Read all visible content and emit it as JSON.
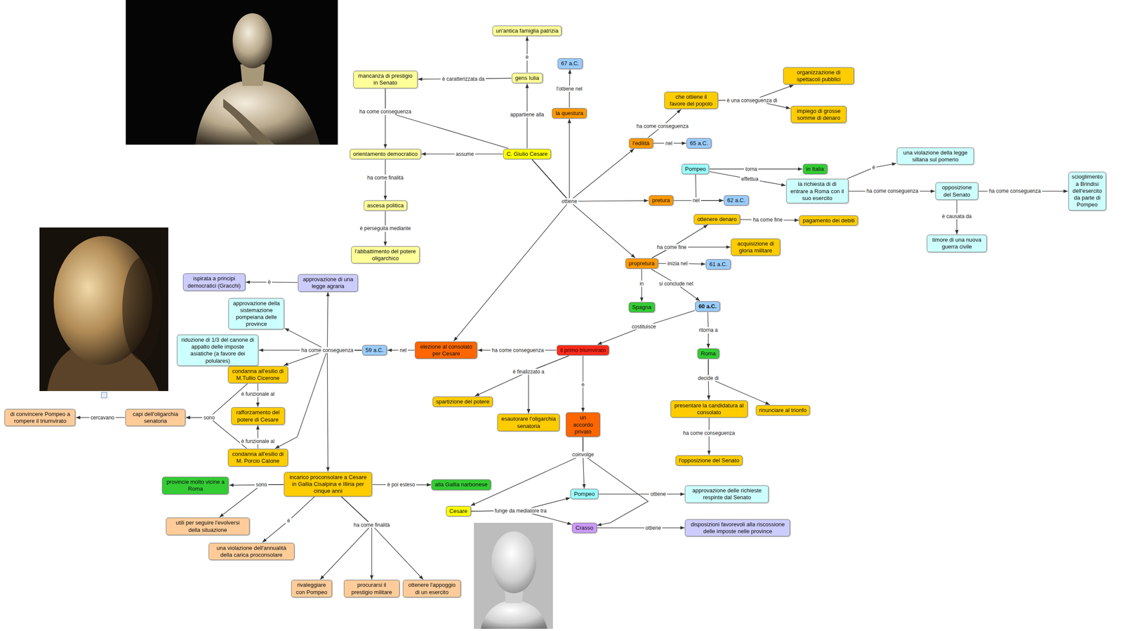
{
  "diagram": {
    "nodes": [
      {
        "text": [
          "un'antica famiglia patrizia"
        ]
      },
      {
        "text": [
          "gens Iulia"
        ]
      },
      {
        "text": [
          "mancanza di prestigio in Senato"
        ]
      },
      {
        "text": [
          "C. Giulio Cesare"
        ]
      },
      {
        "text": [
          "orientamento democratico"
        ]
      },
      {
        "text": [
          "ascesa politica"
        ]
      },
      {
        "text": [
          "l'abbattimento del potere oligarchico"
        ]
      },
      {
        "text": [
          "la questura"
        ]
      },
      {
        "text": [
          "67 a.C."
        ]
      },
      {
        "text": [
          "l'edilità"
        ]
      },
      {
        "text": [
          "65 a.C."
        ]
      },
      {
        "text": [
          "che ottiene il favore del popolo"
        ]
      },
      {
        "text": [
          "organizzazione di spettacoli pubblici"
        ]
      },
      {
        "text": [
          "impiego di grosse somme di denaro"
        ]
      },
      {
        "text": [
          "Pompeo"
        ]
      },
      {
        "text": [
          "in Italia"
        ]
      },
      {
        "text": [
          "la richiesta di di entrare a Roma con il suo esercito"
        ]
      },
      {
        "text": [
          "una violazione della legge sillana sul pomerio"
        ]
      },
      {
        "text": [
          "opposizione del Senato"
        ]
      },
      {
        "text": [
          "scioglimento a Brindisi dell'esercito da parte di Pompeo"
        ]
      },
      {
        "text": [
          "timore di una nuova guerra civile"
        ]
      },
      {
        "text": [
          "pretura"
        ]
      },
      {
        "text": [
          "62 a.C."
        ]
      },
      {
        "text": [
          "ottenere denaro"
        ]
      },
      {
        "text": [
          "pagamento dei debiti"
        ]
      },
      {
        "text": [
          "acquisizione di gloria militare"
        ]
      },
      {
        "text": [
          "propretura"
        ]
      },
      {
        "text": [
          "61 a.C."
        ]
      },
      {
        "text": [
          "Spagna"
        ]
      },
      {
        "text": [
          "60 a.C."
        ]
      },
      {
        "text": [
          "Roma"
        ]
      },
      {
        "text": [
          "presentare la candidatura al consolato"
        ]
      },
      {
        "text": [
          "rinunciare al trionfo"
        ]
      },
      {
        "text": [
          "l'opposizione del Senato"
        ]
      },
      {
        "text": [
          "il primo triumvirato"
        ]
      },
      {
        "text": [
          "elezione al consolato per Cesare"
        ]
      },
      {
        "text": [
          "59 a.C."
        ]
      },
      {
        "text": [
          "spartizione del potere"
        ]
      },
      {
        "text": [
          "esautorare l'oligarchia senatoria"
        ]
      },
      {
        "text": [
          "un accordo privato"
        ]
      },
      {
        "text": [
          "Pompeo"
        ]
      },
      {
        "text": [
          "Cesare"
        ]
      },
      {
        "text": [
          "Crasso"
        ]
      },
      {
        "text": [
          "approvazione delle richieste respinte dal Senato"
        ]
      },
      {
        "text": [
          "disposizioni favorevoli alla riscossione delle imposte nelle province"
        ]
      },
      {
        "text": [
          "approvazione di una legge agraria"
        ]
      },
      {
        "text": [
          "ispirata a principi democratici (Gracchi)"
        ]
      },
      {
        "text": [
          "approvazione della sistemazione pompeiana delle province"
        ]
      },
      {
        "text": [
          "riduzione di 1/3 del canone di appalto delle imposte asiatiche (a favore dei polulares)"
        ]
      },
      {
        "text": [
          "condanna all'esilio di M.Tullio Cicerone"
        ]
      },
      {
        "text": [
          "rafforzamento del potere di Cesare"
        ]
      },
      {
        "text": [
          "condanna all'esilio di M. Porcio Catone"
        ]
      },
      {
        "text": [
          "capi dell'oligarchia senatoria"
        ]
      },
      {
        "text": [
          "di convincere Pompeo a rompere il triumvirato"
        ]
      },
      {
        "text": [
          "incarico proconsolare a Cesare in Gallia Cisalpina e Illiria per cinque anni"
        ]
      },
      {
        "text": [
          "alla Gallia narbonese"
        ]
      },
      {
        "text": [
          "provincie molto vicine a Roma"
        ]
      },
      {
        "text": [
          "utili per seguire l'evolversi della situazione"
        ]
      },
      {
        "text": [
          "una violazione dell'annualità della carica proconsolare"
        ]
      },
      {
        "text": [
          "rivaleggiare con Pompeo"
        ]
      },
      {
        "text": [
          "procurarsi il prestigio militare"
        ]
      },
      {
        "text": [
          "ottenere l'appoggio di un esercito"
        ]
      }
    ],
    "edges": [
      {
        "from": 1,
        "to": 0,
        "arrow": "to",
        "label": "è"
      },
      {
        "from": 3,
        "to": 1,
        "arrow": "to",
        "label": "appartiene alla"
      },
      {
        "from": 1,
        "to": 2,
        "arrow": "to",
        "label": "è caratterizzata da"
      },
      {
        "from": 2,
        "to": 4,
        "arrow": "to",
        "label": "ha come conseguenza"
      },
      {
        "from": 2,
        "to": 3,
        "arrow": "none"
      },
      {
        "from": 3,
        "to": 4,
        "arrow": "to",
        "label": "assume"
      },
      {
        "from": 4,
        "to": 5,
        "arrow": "to",
        "label": "ha come finalità"
      },
      {
        "from": 5,
        "to": 6,
        "arrow": "to",
        "label": "è perseguita mediante"
      },
      {
        "from": 3,
        "to": 7,
        "arrow": "to",
        "label": "ottiene"
      },
      {
        "from": 3,
        "to": 9,
        "arrow": "to"
      },
      {
        "from": 3,
        "to": 21,
        "arrow": "to"
      },
      {
        "from": 3,
        "to": 26,
        "arrow": "to"
      },
      {
        "from": 3,
        "to": 35,
        "arrow": "to"
      },
      {
        "from": 7,
        "to": 8,
        "arrow": "to",
        "label": "l'ottiene nel"
      },
      {
        "from": 9,
        "to": 11,
        "arrow": "to",
        "label": "ha come conseguenza"
      },
      {
        "from": 9,
        "to": 10,
        "arrow": "to",
        "label": "nel"
      },
      {
        "from": 11,
        "to": 12,
        "arrow": "to",
        "label": "è una conseguenza di"
      },
      {
        "from": 11,
        "to": 13,
        "arrow": "to"
      },
      {
        "from": 14,
        "to": 15,
        "arrow": "to",
        "label": "torna"
      },
      {
        "from": 14,
        "to": 16,
        "arrow": "to",
        "label": "effettua"
      },
      {
        "from": 16,
        "to": 17,
        "arrow": "to",
        "label": "è"
      },
      {
        "from": 16,
        "to": 18,
        "arrow": "to",
        "label": "ha come conseguenza"
      },
      {
        "from": 18,
        "to": 19,
        "arrow": "to",
        "label": "ha come conseguenza"
      },
      {
        "from": 18,
        "to": 20,
        "arrow": "to",
        "label": "è causata da"
      },
      {
        "from": 21,
        "to": 22,
        "arrow": "to",
        "label": "nel"
      },
      {
        "from": 14,
        "to": 22,
        "arrow": "to"
      },
      {
        "from": 26,
        "to": 23,
        "arrow": "to",
        "label": "ha come fine"
      },
      {
        "from": 26,
        "to": 25,
        "arrow": "to"
      },
      {
        "from": 23,
        "to": 24,
        "arrow": "to",
        "label": "ha come fine"
      },
      {
        "from": 26,
        "to": 27,
        "arrow": "to",
        "label": "inizia nel"
      },
      {
        "from": 26,
        "to": 28,
        "arrow": "to",
        "label": "in"
      },
      {
        "from": 26,
        "to": 29,
        "arrow": "to",
        "label": "si conclude nel"
      },
      {
        "from": 29,
        "to": 34,
        "arrow": "to",
        "label": "costituisce"
      },
      {
        "from": 29,
        "to": 30,
        "arrow": "to",
        "label": "ritorna a"
      },
      {
        "from": 30,
        "to": 31,
        "arrow": "to",
        "label": "decide di"
      },
      {
        "from": 30,
        "to": 32,
        "arrow": "to"
      },
      {
        "from": 31,
        "to": 33,
        "arrow": "to",
        "label": "ha come conseguenza"
      },
      {
        "from": 34,
        "to": 35,
        "arrow": "to",
        "label": "ha come conseguenza"
      },
      {
        "from": 35,
        "to": 36,
        "arrow": "to",
        "label": "nel"
      },
      {
        "from": 36,
        "to": 48,
        "arrow": "to",
        "label": "ha come conseguenza"
      },
      {
        "from": 36,
        "to": 45,
        "arrow": "to"
      },
      {
        "from": 36,
        "to": 47,
        "arrow": "to"
      },
      {
        "from": 36,
        "to": 49,
        "arrow": "to"
      },
      {
        "from": 36,
        "to": 51,
        "arrow": "to"
      },
      {
        "from": 36,
        "to": 54,
        "arrow": "to"
      },
      {
        "from": 45,
        "to": 46,
        "arrow": "to",
        "label": "è"
      },
      {
        "from": 49,
        "to": 50,
        "arrow": "to",
        "label": "è funzionale al"
      },
      {
        "from": 51,
        "to": 50,
        "arrow": "to",
        "label": "è funzionale al"
      },
      {
        "from": 49,
        "to": 52,
        "arrow": "to",
        "label": "sono"
      },
      {
        "from": 51,
        "to": 52,
        "arrow": "to"
      },
      {
        "from": 52,
        "to": 53,
        "arrow": "to",
        "label": "cercavano"
      },
      {
        "from": 34,
        "to": 37,
        "arrow": "to",
        "label": "è finalizzato a"
      },
      {
        "from": 34,
        "to": 38,
        "arrow": "to"
      },
      {
        "from": 34,
        "to": 39,
        "arrow": "to",
        "label": "è"
      },
      {
        "from": 39,
        "to": 40,
        "arrow": "to",
        "label": "coinvolge"
      },
      {
        "from": 39,
        "to": 41,
        "arrow": "to"
      },
      {
        "from": 39,
        "to": 42,
        "arrow": "to"
      },
      {
        "from": 41,
        "to": 40,
        "arrow": "to",
        "label": "funge da mediatore tra"
      },
      {
        "from": 41,
        "to": 42,
        "arrow": "to"
      },
      {
        "from": 40,
        "to": 43,
        "arrow": "to",
        "label": "ottiene"
      },
      {
        "from": 42,
        "to": 44,
        "arrow": "to",
        "label": "ottiene"
      },
      {
        "from": 54,
        "to": 56,
        "arrow": "to",
        "label": "sono"
      },
      {
        "from": 54,
        "to": 57,
        "arrow": "to"
      },
      {
        "from": 54,
        "to": 55,
        "arrow": "to",
        "label": "è poi esteso"
      },
      {
        "from": 54,
        "to": 58,
        "arrow": "to",
        "label": "è"
      },
      {
        "from": 54,
        "to": 59,
        "arrow": "to",
        "label": "ha come finalità"
      },
      {
        "from": 54,
        "to": 60,
        "arrow": "to"
      },
      {
        "from": 54,
        "to": 61,
        "arrow": "to"
      }
    ]
  }
}
